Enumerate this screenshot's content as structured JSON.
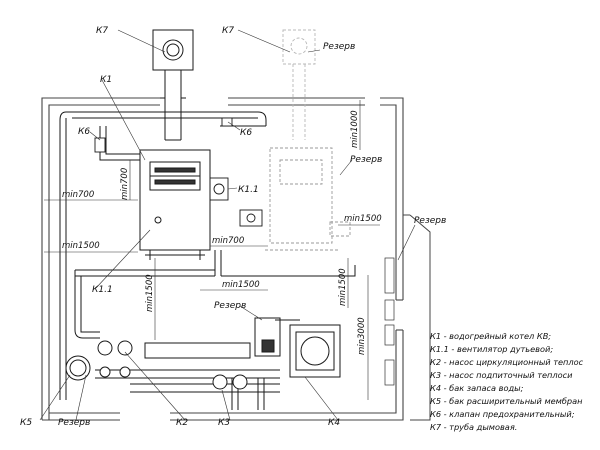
{
  "labels": {
    "k7_left": "К7",
    "k7_right": "К7",
    "k1": "К1",
    "k6_left": "К6",
    "k6_right": "К6",
    "k1_1_top": "К1.1",
    "k1_1_bottom": "К1.1",
    "k5": "К5",
    "k2": "К2",
    "k3": "К3",
    "k4": "К4"
  },
  "reserve": {
    "top": "Резерв",
    "middle": "Резерв",
    "right": "Резерв",
    "pump": "Резерв",
    "bottom_left": "Резерв"
  },
  "dimensions": {
    "min1000": "min1000",
    "min700_vertical": "min700",
    "min700_left": "min700",
    "min700_center": "min700",
    "min1500_left": "min1500",
    "min1500_vertical": "min1500",
    "min1500_bottom": "min1500",
    "min1500_right_horizontal": "min1500",
    "min1500_right_vertical": "min1500",
    "min3000": "min3000"
  },
  "legend": [
    "К1 - водогрейный котел КВ;",
    "К1.1 - вентилятор дутьевой;",
    "К2 - насос циркуляционный теплос",
    "К3 - насос подпиточный теплоси",
    "К4 - бак запаса воды;",
    "К5 - бак расширительный мембран",
    "К6 - клапан предохранительный;",
    "К7 - труба дымовая."
  ],
  "colors": {
    "line": "#1a1a1a",
    "faint": "#b8b8b8",
    "wall": "#444444"
  }
}
